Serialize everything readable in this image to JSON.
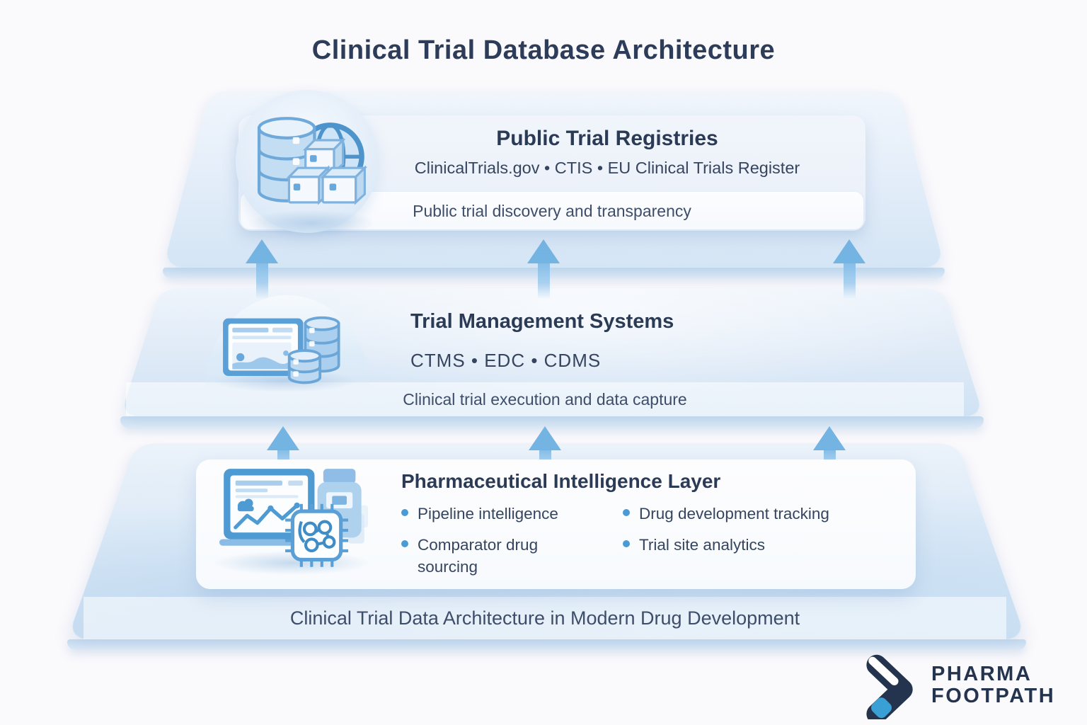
{
  "page": {
    "title": "Clinical Trial Database Architecture"
  },
  "tiers": [
    {
      "name": "Public Trial Registries",
      "subtitle": "ClinicalTrials.gov • CTIS • EU Clinical Trials Register",
      "caption": "Public trial discovery and transparency",
      "icon": "database-globe-packages-icon"
    },
    {
      "name": "Trial Management Systems",
      "subtitle": "CTMS • EDC • CDMS",
      "caption": "Clinical trial execution and data capture",
      "icon": "dashboard-databases-icon"
    },
    {
      "name": "Pharmaceutical Intelligence Layer",
      "bullets": [
        "Pipeline intelligence",
        "Drug development tracking",
        "Comparator drug sourcing",
        "Trial site analytics"
      ],
      "icon": "laptop-pill-bottle-ai-chip-icon"
    }
  ],
  "flow": {
    "direction": "up",
    "arrow_rows": 2,
    "arrows_per_row": 3
  },
  "footer": {
    "caption": "Clinical Trial Data Architecture in Modern Drug Development"
  },
  "brand": {
    "line1": "PHARMA",
    "line2": "FOOTPATH",
    "mark": "chevron-footpath-icon"
  },
  "colors": {
    "title_text": "#2d3c58",
    "body_text": "#36455f",
    "accent_blue": "#4a9bd5",
    "platform_blue": "#d5e6f5",
    "arrow_blue": "#74b4e3",
    "brand_navy": "#24344e",
    "brand_blue": "#39a0d6",
    "background": "#faf9fc"
  }
}
